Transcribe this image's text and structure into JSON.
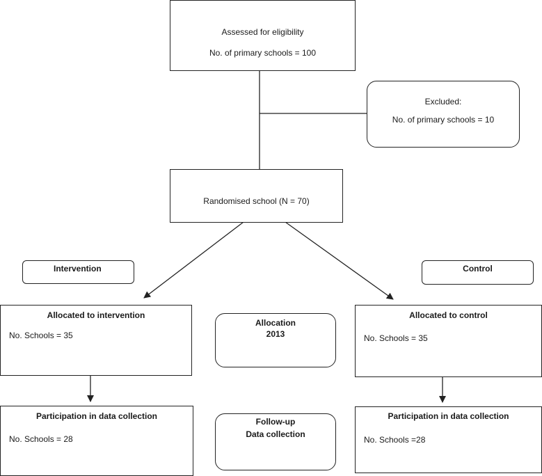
{
  "eligibility": {
    "title": "Assessed for eligibility",
    "count": "No. of primary schools = 100"
  },
  "excluded": {
    "title": "Excluded:",
    "count": "No. of primary schools = 10"
  },
  "randomised": {
    "label": "Randomised school (N = 70)"
  },
  "arms": {
    "intervention_label": "Intervention",
    "control_label": "Control"
  },
  "stages": {
    "allocation_label": "Allocation",
    "allocation_year": "2013",
    "followup_line1": "Follow-up",
    "followup_line2": "Data collection"
  },
  "intervention_allocated": {
    "title": "Allocated to intervention",
    "count": "No. Schools = 35"
  },
  "control_allocated": {
    "title": "Allocated to control",
    "count": "No. Schools = 35"
  },
  "intervention_participation": {
    "title": "Participation in data collection",
    "count": "No. Schools = 28"
  },
  "control_participation": {
    "title": "Participation in data collection",
    "count": "No. Schools =28"
  }
}
